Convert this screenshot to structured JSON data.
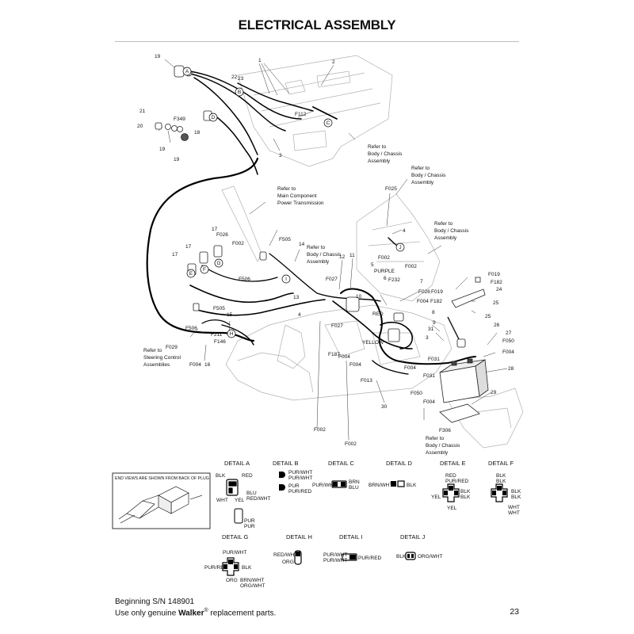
{
  "title": "ELECTRICAL ASSEMBLY",
  "footer": {
    "line1": "Beginning S/N 148901",
    "line2_pre": "Use only genuine ",
    "line2_brand": "Walker",
    "line2_reg": "®",
    "line2_post": " replacement parts.",
    "page_number": "23"
  },
  "refs": {
    "body_chassis": [
      "Refer to",
      "Body / Chassis",
      "Assembly"
    ],
    "main_component": [
      "Refer to",
      "Main Component",
      "Power Transmission"
    ],
    "steering": [
      "Refer to",
      "Steering Control",
      "Assemblies"
    ]
  },
  "callouts": {
    "n1": "1",
    "n2": "2",
    "n3": "3",
    "n4": "4",
    "n5": "5",
    "n6": "6",
    "n7": "7",
    "n8": "8",
    "n9": "9",
    "n10": "10",
    "n11": "11",
    "n12": "12",
    "n13": "13",
    "n14": "14",
    "n15": "15",
    "n16": "16",
    "n17": "17",
    "n18": "18",
    "n19": "19",
    "n20": "20",
    "n21": "21",
    "n22": "22",
    "n23": "23",
    "n24": "24",
    "n25": "25",
    "n26": "26",
    "n27": "27",
    "n28": "28",
    "n29": "29",
    "n30": "30",
    "n31": "31",
    "f002": "F002",
    "f004": "F004",
    "f013": "F013",
    "f019": "F019",
    "f025": "F025",
    "f026": "F026",
    "f027": "F027",
    "f029": "F029",
    "f031": "F031",
    "f050": "F050",
    "f112": "F112",
    "f146": "F146",
    "f182": "F182",
    "f187": "F187",
    "f211": "F211",
    "f232": "F232",
    "f306": "F306",
    "f349": "F349",
    "f505": "F505",
    "f506": "F506",
    "purple": "PURPLE",
    "red": "RED",
    "yellow": "YELLOW"
  },
  "connector_letters": [
    "A",
    "B",
    "C",
    "D",
    "E",
    "F",
    "G",
    "H",
    "I",
    "J"
  ],
  "plug_note": "END VIEWS ARE SHOWN FROM BACK OF PLUG",
  "details": {
    "a": {
      "title": "DETAIL A",
      "wires": [
        "BLK",
        "RED",
        "WHT",
        "YEL",
        "BLU",
        "RED/WHT",
        "PUR",
        "PUR"
      ]
    },
    "b": {
      "title": "DETAIL B",
      "wires": [
        "PUR/WHT",
        "PUR/WHT",
        "PUR",
        "PUR/RED"
      ]
    },
    "c": {
      "title": "DETAIL C",
      "wires": [
        "PUR/WHT",
        "BRN",
        "BLU"
      ]
    },
    "d": {
      "title": "DETAIL D",
      "wires": [
        "BRN/WHT",
        "BLK"
      ]
    },
    "e": {
      "title": "DETAIL E",
      "wires": [
        "RED",
        "PUR/RED",
        "YEL",
        "BLK",
        "BLK",
        "YEL"
      ]
    },
    "f": {
      "title": "DETAIL F",
      "wires": [
        "BLK",
        "BLK",
        "BLK",
        "BLK",
        "WHT",
        "WHT"
      ]
    },
    "g": {
      "title": "DETAIL G",
      "wires": [
        "PUR/WHT",
        "PUR/RED",
        "BLK",
        "ORG",
        "BRN/WHT",
        "ORG/WHT"
      ]
    },
    "h": {
      "title": "DETAIL H",
      "wires": [
        "RED/WHT",
        "ORG"
      ]
    },
    "i": {
      "title": "DETAIL I",
      "wires": [
        "PUR/WHT",
        "PUR/WHT",
        "PUR/RED"
      ]
    },
    "j": {
      "title": "DETAIL J",
      "wires": [
        "BLK",
        "ORG/WHT"
      ]
    }
  }
}
